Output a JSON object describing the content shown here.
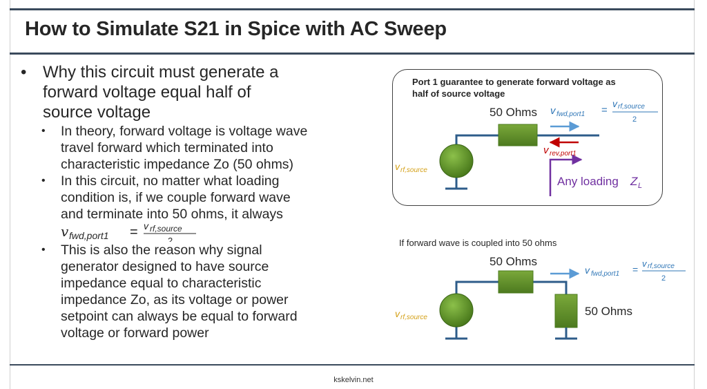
{
  "title": "How to Simulate S21 in Spice with AC Sweep",
  "bullets": {
    "main": [
      "Why this circuit must generate a",
      "forward voltage equal half of",
      "source voltage"
    ],
    "sub1": [
      "In theory, forward voltage is voltage wave",
      "travel forward which terminated into",
      "characteristic impedance Zo (50 ohms)"
    ],
    "sub2": [
      "In this circuit, no matter what loading",
      "condition is, if we couple forward wave",
      "and terminate into 50 ohms, it always"
    ],
    "sub3": [
      "This is also the reason why signal",
      "generator designed to have source",
      "impedance equal to characteristic",
      "impedance Zo, as its voltage or power",
      "setpoint can always be equal to forward",
      "voltage or forward power"
    ],
    "dot": "•"
  },
  "math": {
    "v": "v",
    "fwd_port1": "fwd,port1",
    "rf_source": "rf,source",
    "rev_port1": "rev,port1",
    "equals": "=",
    "denominator": "2",
    "z": "Z",
    "z_sub": "L"
  },
  "diagram1": {
    "heading_line1": "Port 1 guarantee to generate forward voltage as",
    "heading_line2": "half of source voltage",
    "resistor_label": "50 Ohms",
    "load_label": "Any loading"
  },
  "diagram2": {
    "caption": "If forward wave is coupled into 50 ohms",
    "resistor_label": "50 Ohms",
    "load_label": "50 Ohms"
  },
  "footer": "kskelvin.net",
  "colors": {
    "rule": "#3a4a5c",
    "wire": "#2e5c8a",
    "resistor": "#5b8c2a",
    "source_orange": "#d4a017",
    "fwd_blue": "#2e75b6",
    "rev_red": "#c00000",
    "load_purple": "#7030a0",
    "fwd_arrow": "#5b9bd5"
  }
}
